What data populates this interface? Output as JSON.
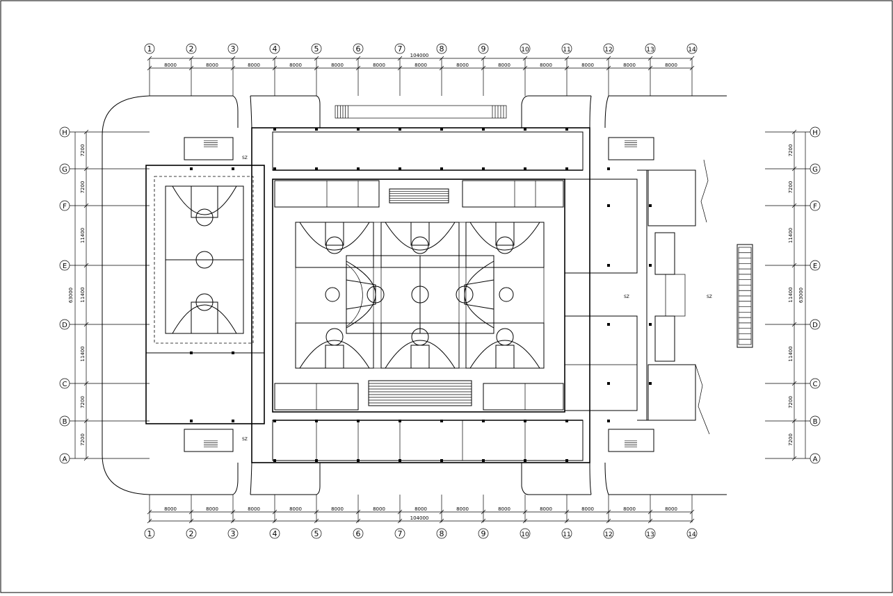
{
  "drawing": {
    "column_axes": [
      "1",
      "2",
      "3",
      "4",
      "5",
      "6",
      "7",
      "8",
      "9",
      "10",
      "11",
      "12",
      "13",
      "14"
    ],
    "row_axes": [
      "A",
      "B",
      "C",
      "D",
      "E",
      "F",
      "G",
      "H"
    ],
    "column_span": "8000",
    "total_width": "104000",
    "row_spans": [
      "7200",
      "7200",
      "11400",
      "11400",
      "11400",
      "7200",
      "7200"
    ],
    "total_depth": "63000",
    "stair_label": "SZ"
  }
}
